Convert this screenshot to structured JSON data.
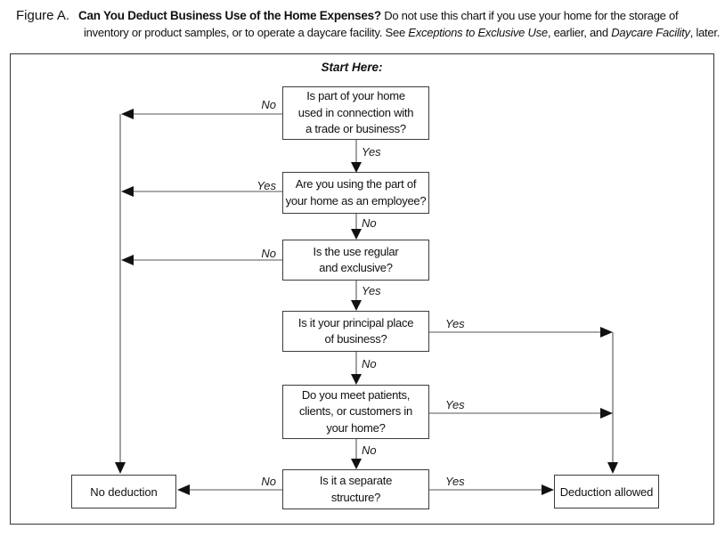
{
  "header": {
    "figure_label": "Figure A.",
    "title": "Can You Deduct Business Use of the Home Expenses?",
    "desc_line1": " Do not use this chart if you use your home for the storage of",
    "desc_line2_pre": "inventory or product samples, or to operate a daycare facility. See ",
    "desc_italic_1": "Exceptions to Exclusive Use",
    "desc_mid": ", earlier, and ",
    "desc_italic_2": "Daycare Facility",
    "desc_end": ", later."
  },
  "flowchart": {
    "start_label": "Start Here:",
    "boxes": {
      "q1": {
        "lines": [
          "Is part of your home",
          "used in connection with",
          "a trade or business?"
        ]
      },
      "q2": {
        "lines": [
          "Are you using the part of",
          "your home as an employee?"
        ]
      },
      "q3": {
        "lines": [
          "Is the use regular",
          "and exclusive?"
        ]
      },
      "q4": {
        "lines": [
          "Is it your principal place",
          "of business?"
        ]
      },
      "q5": {
        "lines": [
          "Do you meet patients,",
          "clients, or customers in",
          "your home?"
        ]
      },
      "q6": {
        "lines": [
          "Is it a separate",
          "structure?"
        ]
      }
    },
    "edges": {
      "q1_no": "No",
      "q1_yes": "Yes",
      "q2_yes": "Yes",
      "q2_no": "No",
      "q3_no": "No",
      "q3_yes": "Yes",
      "q4_yes": "Yes",
      "q4_no": "No",
      "q5_yes": "Yes",
      "q5_no": "No",
      "q6_no": "No",
      "q6_yes": "Yes"
    },
    "terminals": {
      "no_deduction": "No deduction",
      "deduction_allowed": "Deduction allowed"
    }
  }
}
